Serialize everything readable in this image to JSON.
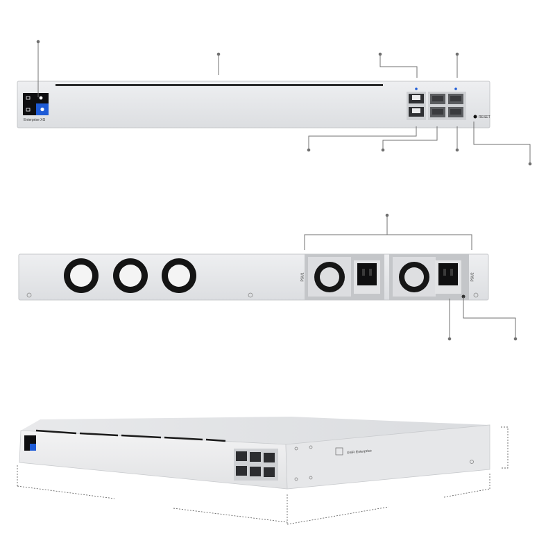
{
  "front_panel": {
    "model_label": "Enterprise XG",
    "reset_label": "RESET"
  },
  "rear_panel": {
    "psu_labels": [
      "PSU1",
      "PSU2"
    ]
  },
  "iso_view": {
    "brand_label": "UniFi Enterprise"
  },
  "colors": {
    "chassis": "#e6e7e9",
    "chassis_edge": "#c9cbce",
    "accent_blue": "#1e5bd6",
    "leader_line": "#707070"
  }
}
